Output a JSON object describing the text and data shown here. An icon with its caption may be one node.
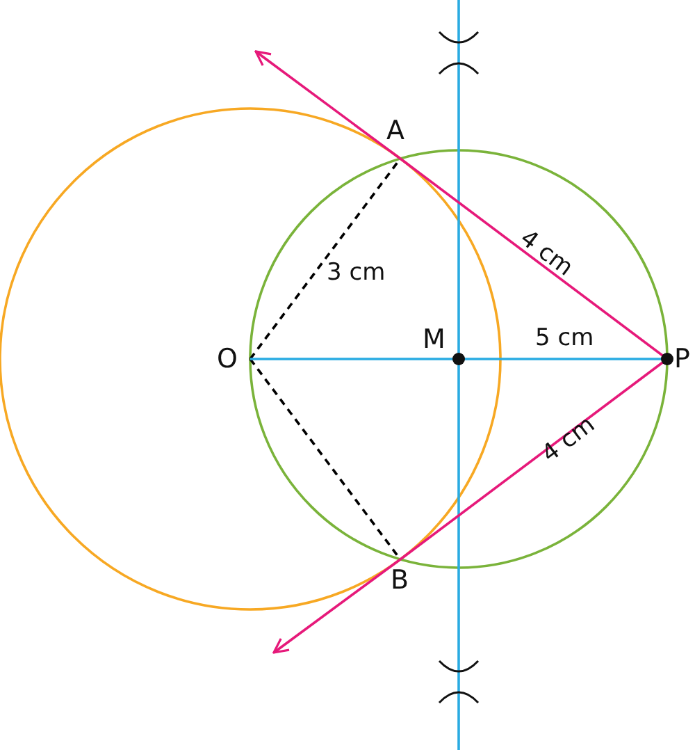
{
  "diagram": {
    "nodes": [
      {
        "text": [
          "A"
        ]
      },
      {
        "text": [
          "O"
        ]
      },
      {
        "text": [
          "M"
        ]
      },
      {
        "text": [
          "P"
        ]
      },
      {
        "text": [
          "B"
        ]
      }
    ],
    "edges": [
      {
        "from": 1,
        "to": 0,
        "arrow": "none",
        "label": "3 cm",
        "style": "dashed",
        "color": "#000000"
      },
      {
        "from": 1,
        "to": 4,
        "arrow": "none",
        "style": "dashed",
        "color": "#000000"
      },
      {
        "from": 1,
        "to": 2,
        "arrow": "none",
        "color": "#29abe2"
      },
      {
        "from": 2,
        "to": 3,
        "arrow": "none",
        "label": "5 cm",
        "color": "#29abe2"
      },
      {
        "from": 3,
        "to": 0,
        "arrow": "none",
        "label": "4 cm"
      },
      {
        "from": 0,
        "to": null,
        "arrow": "to"
      },
      {
        "from": 3,
        "to": 4,
        "arrow": "none",
        "label": "4 cm"
      },
      {
        "from": 4,
        "to": null,
        "arrow": "to"
      }
    ]
  }
}
